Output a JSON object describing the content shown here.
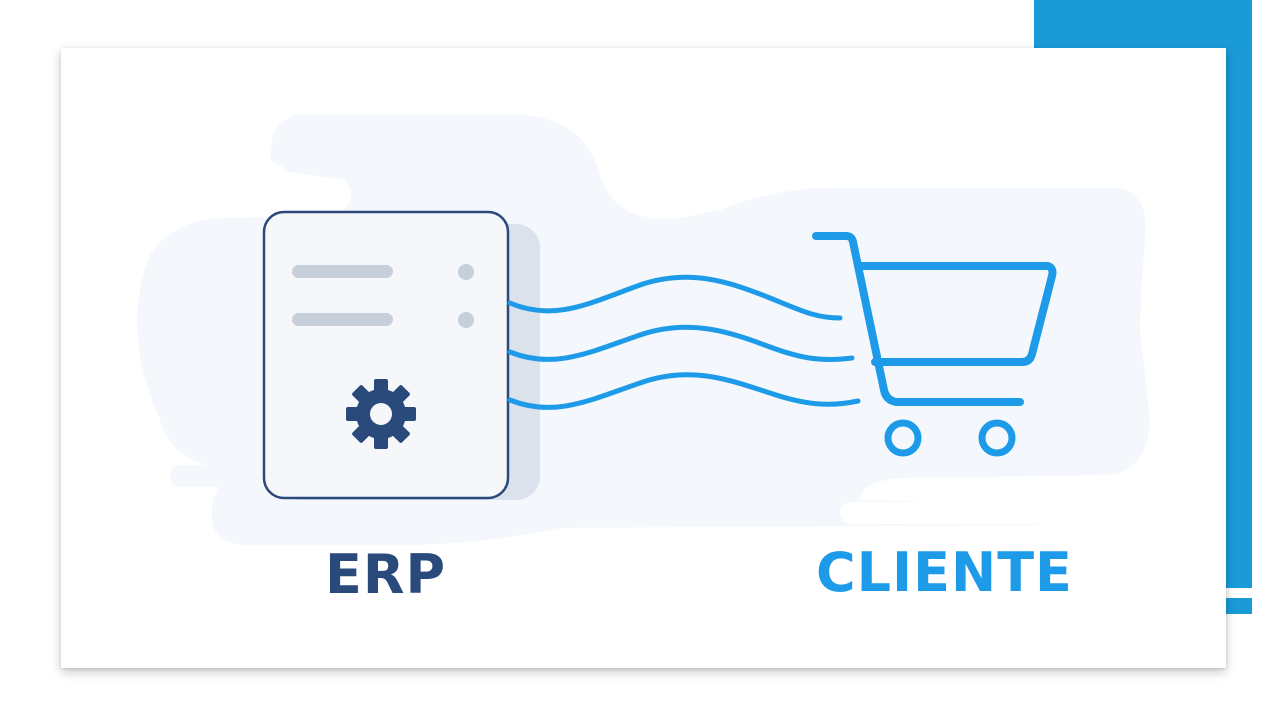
{
  "labels": {
    "erp": "ERP",
    "cliente": "CLIENTE"
  },
  "icons": {
    "server": "server-icon",
    "gear": "gear-icon",
    "cart": "shopping-cart-icon",
    "flow": "data-flow-lines"
  },
  "colors": {
    "accent_blue": "#1A9BD8",
    "bright_blue": "#1E9BE8",
    "navy": "#2B4A7C",
    "panel_fill": "#F5F7FB",
    "panel_shadow": "#DCE2EC",
    "slot_gray": "#C7CFDB",
    "cloud": "#F4F7FB"
  }
}
